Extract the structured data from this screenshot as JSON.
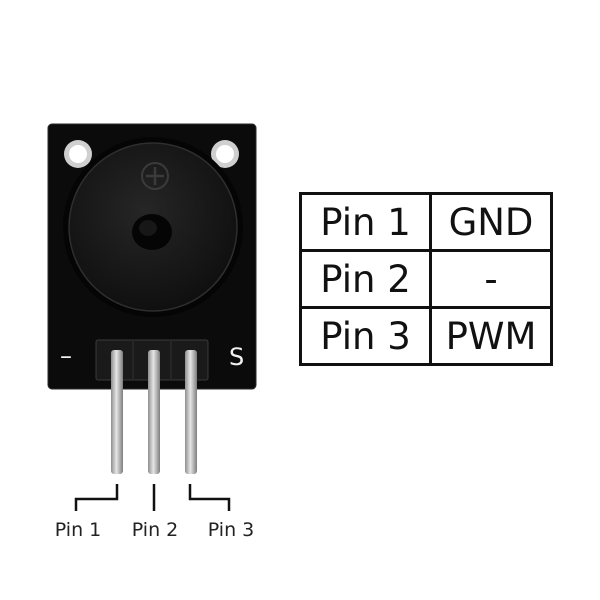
{
  "module": {
    "silkscreen_minus": "–",
    "silkscreen_signal": "S"
  },
  "pin_table": {
    "rows": [
      {
        "pin": "Pin 1",
        "function": "GND"
      },
      {
        "pin": "Pin 2",
        "function": "-"
      },
      {
        "pin": "Pin 3",
        "function": "PWM"
      }
    ]
  },
  "pin_labels": [
    "Pin 1",
    "Pin 2",
    "Pin 3"
  ],
  "colors": {
    "board": "#0b0b0b",
    "buzzer": "#141414",
    "pin_metal": "#b9b9b9",
    "hole_ring": "#c8c8c8",
    "text": "#111111"
  }
}
